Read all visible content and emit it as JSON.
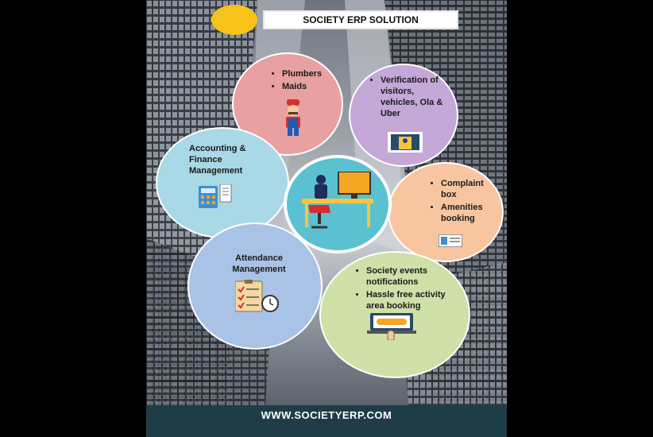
{
  "title": "SOCIETY ERP SOLUTION",
  "footer": "WWW.SOCIETYERP.COM",
  "bubbles": {
    "staff": {
      "items": [
        "Plumbers",
        "Maids"
      ],
      "icon": "plumber-icon",
      "color": "#e8a0a0"
    },
    "visitors": {
      "items": [
        "Verification of visitors, vehicles, Ola & Uber"
      ],
      "icon": "gate-icon",
      "color": "#c4a8d8"
    },
    "complaints": {
      "items": [
        "Complaint box",
        "Amenities booking"
      ],
      "icon": "ticket-icon",
      "color": "#f7c6a0"
    },
    "events": {
      "items": [
        "Society events notifications",
        "Hassle free activity area booking"
      ],
      "icon": "laptop-hand-icon",
      "color": "#cfe0a8"
    },
    "attendance": {
      "label": "Attendance Management",
      "icon": "checklist-clock-icon",
      "color": "#a9c3e6"
    },
    "accounting": {
      "label": "Accounting & Finance Management",
      "icon": "calculator-icon",
      "color": "#a9d8e6"
    }
  },
  "colors": {
    "footer": "#1f3d47",
    "center": "#5bc1d0",
    "accent": "#f7c21a"
  }
}
